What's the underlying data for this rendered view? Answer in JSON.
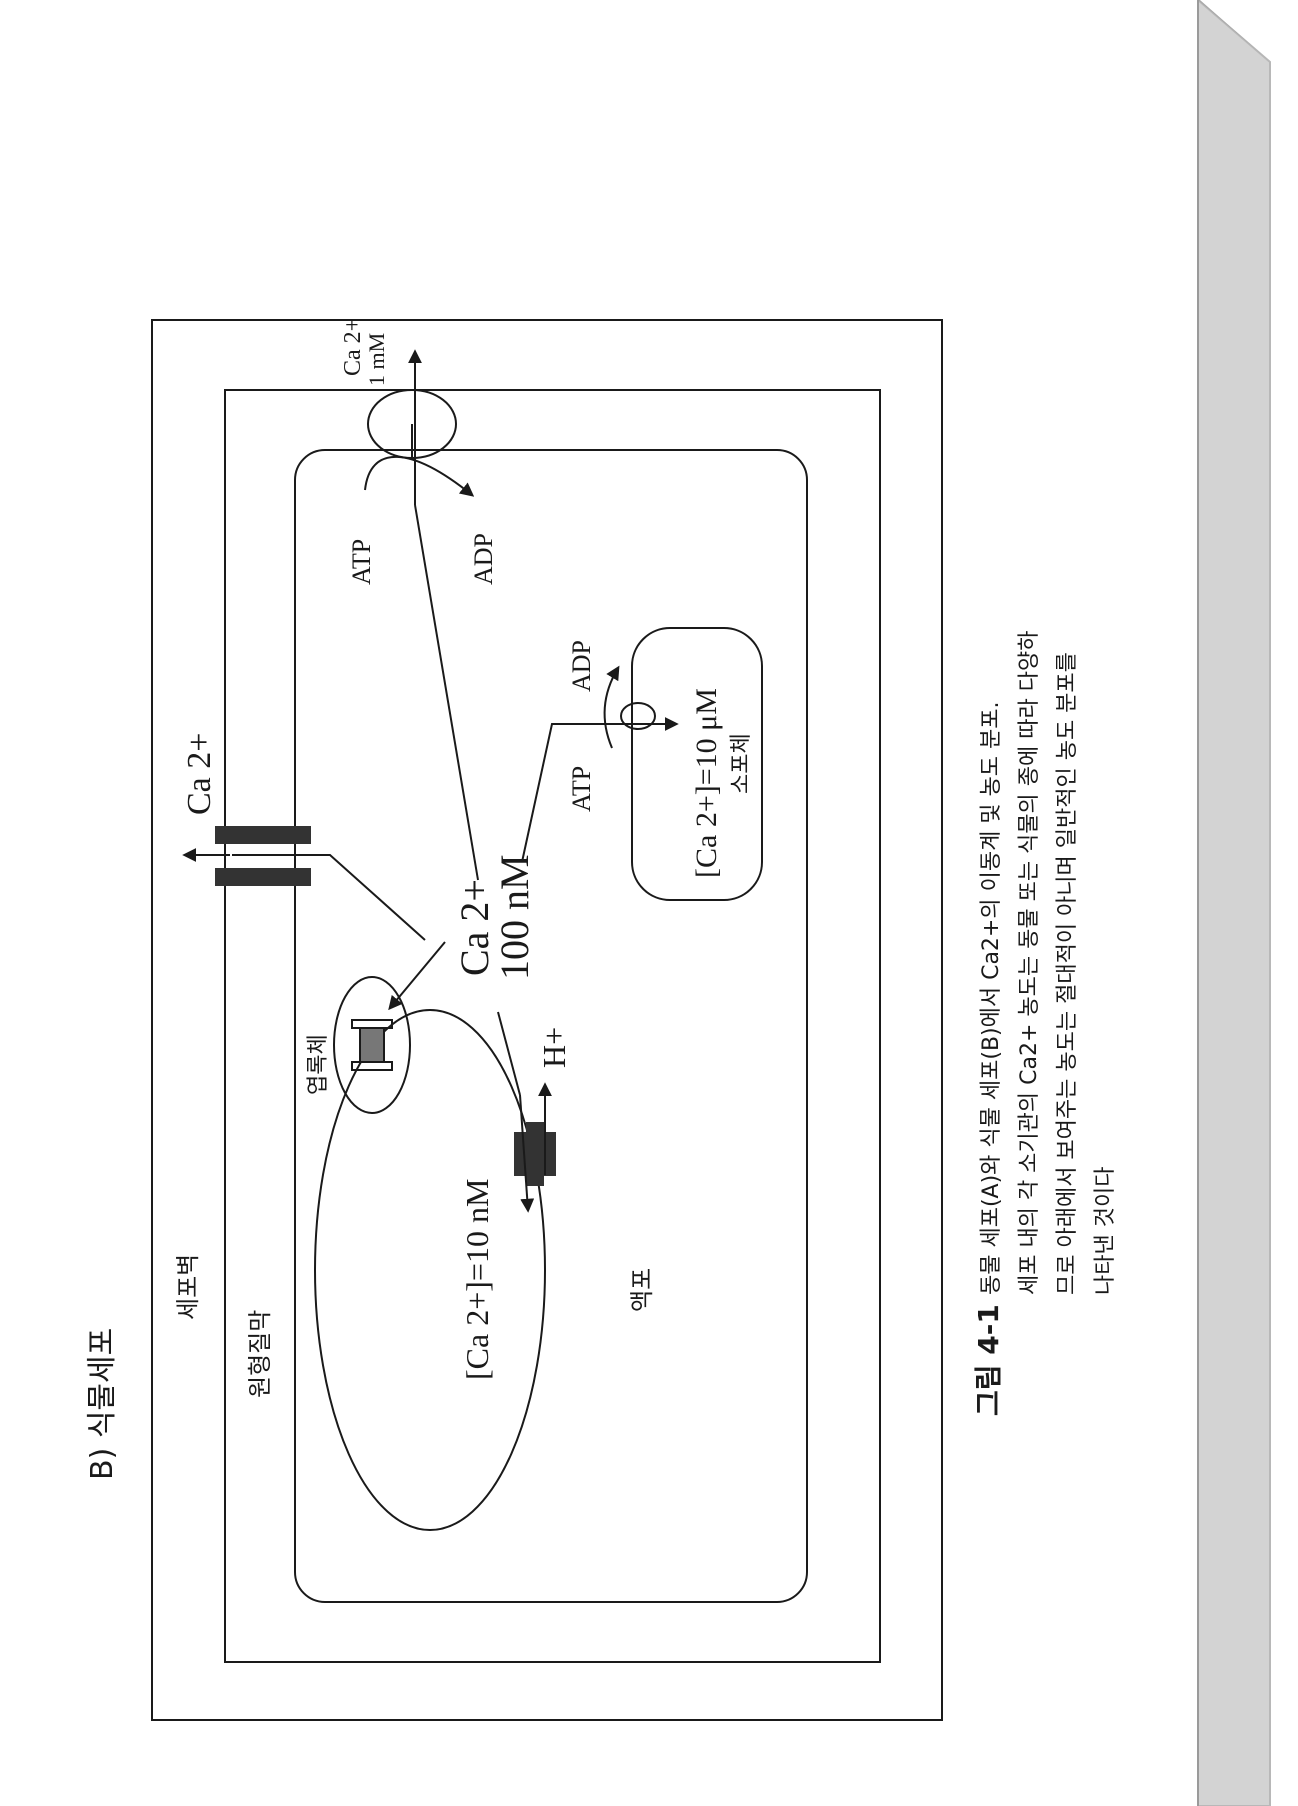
{
  "page": {
    "section_title": "B) 식물세포",
    "labels": {
      "cell_wall": "세포벽",
      "plasma_membrane": "원형질막",
      "chloroplast": "엽록체",
      "vacuole": "액포",
      "er": "소포체"
    },
    "concentrations": {
      "cytosol_ion": "Ca 2+",
      "cytosol_value": "100 nM",
      "vacuole": "[Ca  2+]=10 nM",
      "er": "[Ca  2+]=10 μM",
      "extracellular_ion": "Ca 2+",
      "extracellular_value": "1 mM",
      "channel_ion": "Ca 2+",
      "proton": "H+"
    },
    "energy": {
      "pump_atp": "ATP",
      "pump_adp": "ADP",
      "er_atp": "ATP",
      "er_adp": "ADP"
    },
    "caption": {
      "label": "그림 4-1",
      "line1": "동물 세포(A)와 식물 세포(B)에서 Ca2+의 이동계 및 농도 분포.",
      "line2": "세포 내의 각 소기관의 Ca2+ 농도는 동물 또는 식물의 종에 따라 다양하",
      "line3": "므로 아래에서 보여주는 농도는 절대적이 아니며 일반적인 농도 분포를",
      "line4": "나타낸 것이다"
    },
    "colors": {
      "page_background": "#ffffff",
      "edge_gray": "#d3d3d3",
      "ink": "#1a1a1a"
    }
  }
}
